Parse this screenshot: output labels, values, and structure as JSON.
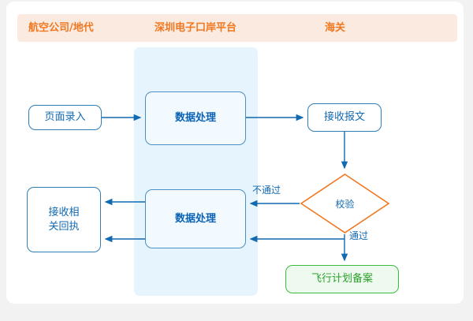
{
  "diagram": {
    "type": "swimlane-flowchart",
    "background_color": "#f2f2f2",
    "card_color": "#ffffff",
    "lane_header_color": "#fbeae0",
    "lane_header_text_color": "#f07820",
    "swimlane_highlight_color": "#e6f4fd"
  },
  "lanes": [
    {
      "label": "航空公司/地代"
    },
    {
      "label": "深圳电子口岸平台"
    },
    {
      "label": "海关"
    }
  ],
  "nodes": [
    {
      "id": "page-entry",
      "label": "页面录入",
      "shape": "rounded-rect",
      "lane": 0,
      "border_color": "#2e7fb8",
      "text_color": "#1169b0"
    },
    {
      "id": "data-process-1",
      "label": "数据处理",
      "shape": "rounded-rect",
      "lane": 1,
      "border_color": "#4a90c4",
      "text_color": "#0b63b5"
    },
    {
      "id": "receive-message",
      "label": "接收报文",
      "shape": "rounded-rect",
      "lane": 2,
      "border_color": "#2e7fb8",
      "text_color": "#1169b0"
    },
    {
      "id": "verify",
      "label": "校验",
      "shape": "diamond",
      "lane": 2,
      "border_color": "#f07820",
      "text_color": "#1169b0"
    },
    {
      "id": "flight-plan",
      "label": "飞行计划备案",
      "shape": "rounded-rect",
      "lane": 2,
      "border_color": "#3bbd3b",
      "text_color": "#2aa02a"
    },
    {
      "id": "data-process-2",
      "label": "数据处理",
      "shape": "rounded-rect",
      "lane": 1,
      "border_color": "#4a90c4",
      "text_color": "#0b63b5"
    },
    {
      "id": "receive-receipt",
      "label": "接收相\n关回执",
      "shape": "rounded-rect",
      "lane": 0,
      "border_color": "#2e7fb8",
      "text_color": "#1169b0"
    }
  ],
  "edges": [
    {
      "from": "page-entry",
      "to": "data-process-1",
      "label": ""
    },
    {
      "from": "data-process-1",
      "to": "receive-message",
      "label": ""
    },
    {
      "from": "receive-message",
      "to": "verify",
      "label": ""
    },
    {
      "from": "verify",
      "to": "data-process-2",
      "label": "不通过"
    },
    {
      "from": "verify",
      "to": "flight-plan",
      "label": "通过"
    },
    {
      "from": "verify",
      "to": "data-process-2",
      "label": "通过"
    },
    {
      "from": "data-process-2",
      "to": "receive-receipt",
      "label": ""
    }
  ],
  "edge_labels": {
    "fail": "不通过",
    "pass": "通过"
  },
  "colors": {
    "connector": "#1169b0",
    "orange": "#f07820",
    "green": "#3bbd3b",
    "blue": "#1169b0"
  }
}
